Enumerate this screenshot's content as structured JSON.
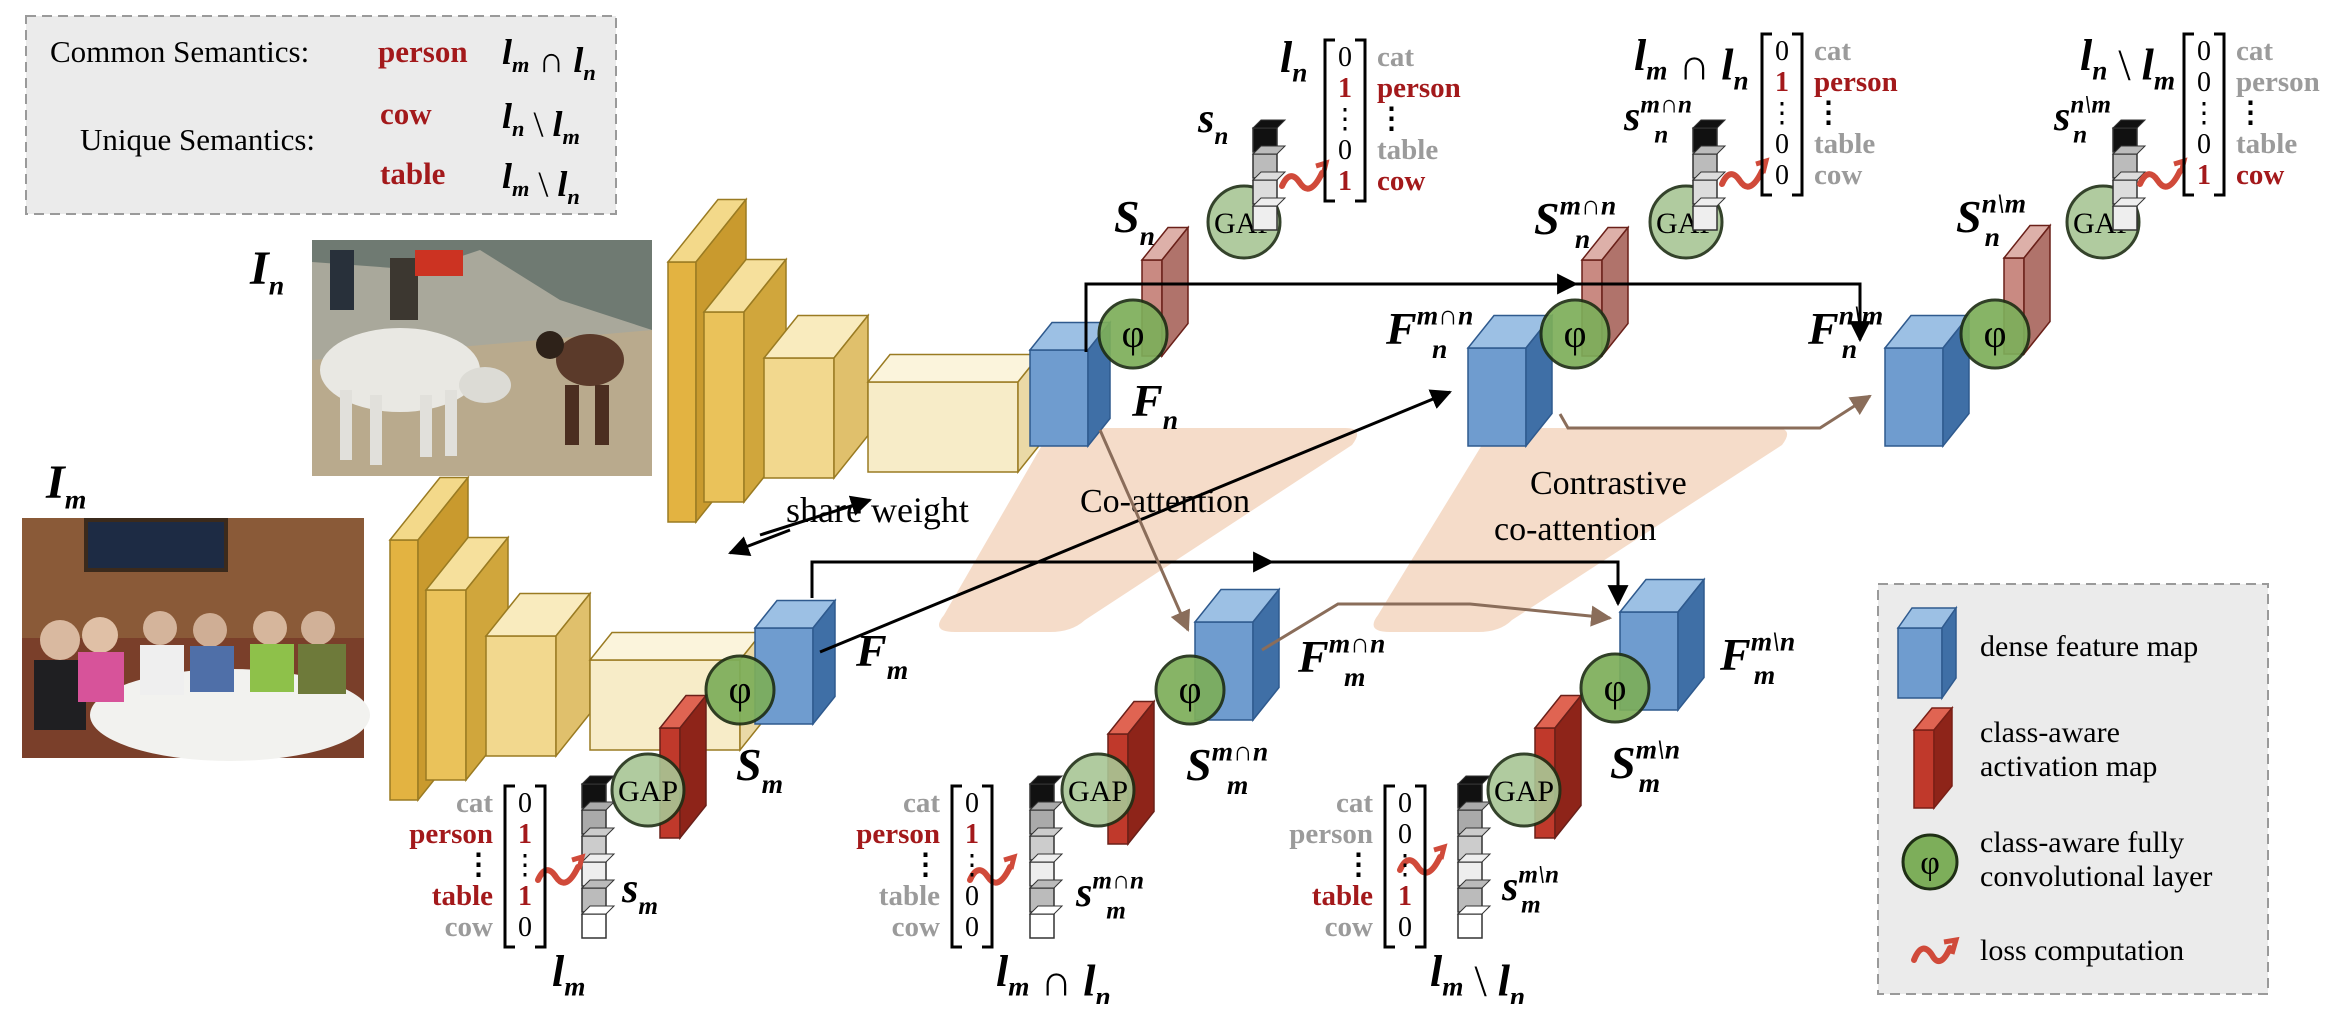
{
  "legend_top": {
    "common_label": "Common Semantics:",
    "common_class": "person",
    "common_expr": "l_m ∩ l_n",
    "unique_label": "Unique Semantics:",
    "unique_class_1": "cow",
    "unique_expr_1": "l_n \\ l_m",
    "unique_class_2": "table",
    "unique_expr_2": "l_m \\ l_n"
  },
  "images": {
    "In_label": "I",
    "In_sub": "n",
    "Im_label": "I",
    "Im_sub": "m"
  },
  "labels": {
    "share_weight": "share weight",
    "co_attention": "Co-attention",
    "contrastive_1": "Contrastive",
    "contrastive_2": "co-attention",
    "gap": "GAP",
    "phi": "φ"
  },
  "symbols": {
    "Fn": [
      "F",
      "n",
      ""
    ],
    "Fm": [
      "F",
      "m",
      ""
    ],
    "Fn_and": [
      "F",
      "n",
      "m∩n"
    ],
    "Fn_diff": [
      "F",
      "n",
      "n\\m"
    ],
    "Fm_and": [
      "F",
      "m",
      "m∩n"
    ],
    "Fm_diff": [
      "F",
      "m",
      "m\\n"
    ],
    "Sn": [
      "S",
      "n",
      ""
    ],
    "Sn_and": [
      "S",
      "n",
      "m∩n"
    ],
    "Sn_diff": [
      "S",
      "n",
      "n\\m"
    ],
    "Sm": [
      "S",
      "m",
      ""
    ],
    "Sm_and": [
      "S",
      "m",
      "m∩n"
    ],
    "Sm_diff": [
      "S",
      "m",
      "m\\n"
    ],
    "sn": [
      "s",
      "n",
      ""
    ],
    "sn_and": [
      "s",
      "n",
      "m∩n"
    ],
    "sn_diff": [
      "s",
      "n",
      "n\\m"
    ],
    "sm": [
      "s",
      "m",
      ""
    ],
    "sm_and": [
      "s",
      "m",
      "m∩n"
    ],
    "sm_diff": [
      "s",
      "m",
      "m\\n"
    ]
  },
  "label_vectors": {
    "ln": {
      "title": "l_n",
      "values": [
        "0",
        "1",
        "⋮",
        "0",
        "1"
      ],
      "classes": [
        "cat",
        "person",
        "⋮",
        "table",
        "cow"
      ],
      "active": [
        false,
        true,
        false,
        false,
        true
      ]
    },
    "ln_and": {
      "title": "l_m ∩ l_n",
      "values": [
        "0",
        "1",
        "⋮",
        "0",
        "0"
      ],
      "classes": [
        "cat",
        "person",
        "⋮",
        "table",
        "cow"
      ],
      "active": [
        false,
        true,
        false,
        false,
        false
      ]
    },
    "ln_diff": {
      "title": "l_n \\ l_m",
      "values": [
        "0",
        "0",
        "⋮",
        "0",
        "1"
      ],
      "classes": [
        "cat",
        "person",
        "⋮",
        "table",
        "cow"
      ],
      "active": [
        false,
        false,
        false,
        false,
        true
      ]
    },
    "lm": {
      "title": "l_m",
      "values": [
        "0",
        "1",
        "⋮",
        "1",
        "0"
      ],
      "classes": [
        "cat",
        "person",
        "⋮",
        "table",
        "cow"
      ],
      "active": [
        false,
        true,
        false,
        true,
        false
      ]
    },
    "lm_and": {
      "title": "l_m ∩ l_n",
      "values": [
        "0",
        "1",
        "⋮",
        "0",
        "0"
      ],
      "classes": [
        "cat",
        "person",
        "⋮",
        "table",
        "cow"
      ],
      "active": [
        false,
        true,
        false,
        false,
        false
      ]
    },
    "lm_diff": {
      "title": "l_m \\ l_n",
      "values": [
        "0",
        "0",
        "⋮",
        "1",
        "0"
      ],
      "classes": [
        "cat",
        "person",
        "⋮",
        "table",
        "cow"
      ],
      "active": [
        false,
        false,
        false,
        true,
        false
      ]
    }
  },
  "legend_bottom": {
    "items": [
      {
        "icon": "blue-cuboid-icon",
        "text_1": "dense feature map",
        "text_2": ""
      },
      {
        "icon": "red-slab-icon",
        "text_1": "class-aware",
        "text_2": "activation map"
      },
      {
        "icon": "green-circle-phi-icon",
        "text_1": "class-aware fully",
        "text_2": "convolutional layer"
      },
      {
        "icon": "red-squiggle-arrow-icon",
        "text_1": "loss computation",
        "text_2": ""
      }
    ]
  },
  "colors": {
    "red_text": "#a3191b",
    "gray_text": "#9b9b9b",
    "feature_blue": "#6f9ccf",
    "feature_blue_dark": "#4a78b0",
    "class_map_red": "#c0392b",
    "class_map_light": "#c98a82",
    "phi_green": "#7dae5a",
    "gap_green": "#a8c695",
    "cnn_yellow": "#f0c64a",
    "attention_band": "#f4d9c4",
    "legend_bg": "#ebebeb"
  }
}
